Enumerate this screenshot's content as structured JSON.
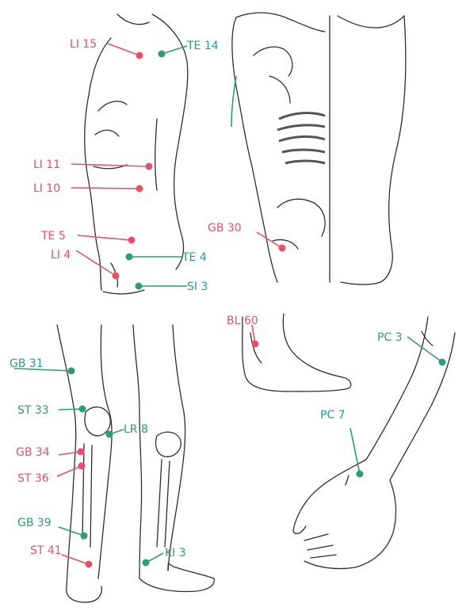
{
  "colors": {
    "yin_points": "#e8506a",
    "yang_points": "#2f9b78",
    "outline": "#2e2e2e"
  },
  "points": {
    "li15": "LI 15",
    "te14": "TE 14",
    "li11": "LI 11",
    "li10": "LI 10",
    "te5": "TE 5",
    "te4": "TE 4",
    "li4": "LI 4",
    "si3": "SI 3",
    "gb30": "GB 30",
    "bl60": "BL 60",
    "pc3": "PC 3",
    "pc7": "PC 7",
    "gb31": "GB 31",
    "st33": "ST 33",
    "lr8": "LR 8",
    "gb34": "GB 34",
    "st36": "ST 36",
    "gb39": "GB 39",
    "st41": "ST 41",
    "ki3": "KI 3"
  }
}
